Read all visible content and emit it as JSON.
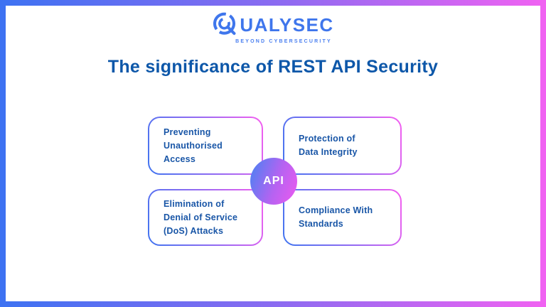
{
  "brand": {
    "full_name": "QUALYSEC",
    "wordmark": "UALYSEC",
    "tagline": "BEYOND CYBERSECURITY"
  },
  "title": "The significance of REST API Security",
  "center_badge": {
    "label": "API"
  },
  "cards": [
    {
      "id": "preventing-unauthorised-access",
      "label": "Preventing\nUnauthorised\nAccess"
    },
    {
      "id": "protection-of-data-integrity",
      "label": "Protection of\nData Integrity"
    },
    {
      "id": "elimination-of-dos-attacks",
      "label": "Elimination of\nDenial of Service\n(DoS) Attacks"
    },
    {
      "id": "compliance-with-standards",
      "label": "Compliance With\nStandards"
    }
  ],
  "colors": {
    "frame_gradient_start": "#3d72f2",
    "frame_gradient_end": "#f162f2",
    "card_border_gradient_start": "#4175f0",
    "card_border_gradient_end": "#f55ff0",
    "badge_gradient_start": "#4583f3",
    "badge_gradient_end": "#ee59f0",
    "title_text": "#0d57a9",
    "card_text": "#1956a7",
    "logo_blue": "#3f76ec",
    "background": "#ffffff"
  }
}
